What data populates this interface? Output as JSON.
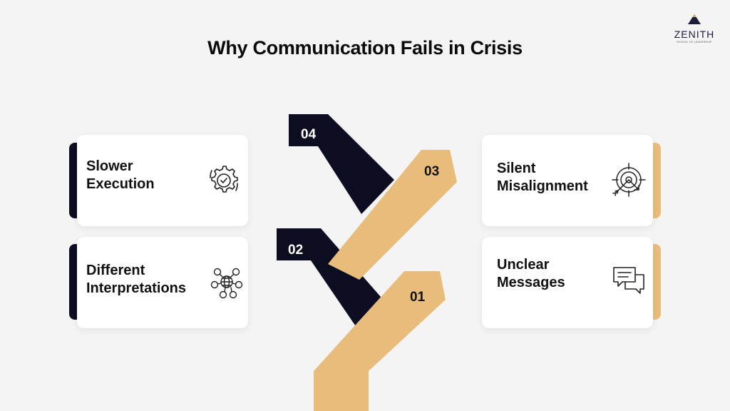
{
  "title": "Why Communication Fails in Crisis",
  "logo": {
    "name": "ZENITH",
    "tagline": "SCHOOL OF LEADERSHIP"
  },
  "steps": [
    {
      "number": "01",
      "color": "#e8bd7c",
      "text_color": "#111111"
    },
    {
      "number": "02",
      "color": "#0d0d22",
      "text_color": "#ffffff"
    },
    {
      "number": "03",
      "color": "#e8bd7c",
      "text_color": "#111111"
    },
    {
      "number": "04",
      "color": "#0d0d22",
      "text_color": "#ffffff"
    }
  ],
  "cards": [
    {
      "label": "Slower Execution",
      "lines": [
        "Slower",
        "Execution"
      ],
      "icon": "gear-check-icon",
      "accent": "#0d0d22"
    },
    {
      "label": "Different Interpretations",
      "lines": [
        "Different",
        "Interpretations"
      ],
      "icon": "globe-language-icon",
      "accent": "#0d0d22"
    },
    {
      "label": "Silent Misalignment",
      "lines": [
        "Silent",
        "Misalignment"
      ],
      "icon": "target-arrow-icon",
      "accent": "#e8bd7c"
    },
    {
      "label": "Unclear Messages",
      "lines": [
        "Unclear",
        "Messages"
      ],
      "icon": "chat-bubbles-icon",
      "accent": "#e8bd7c"
    }
  ]
}
